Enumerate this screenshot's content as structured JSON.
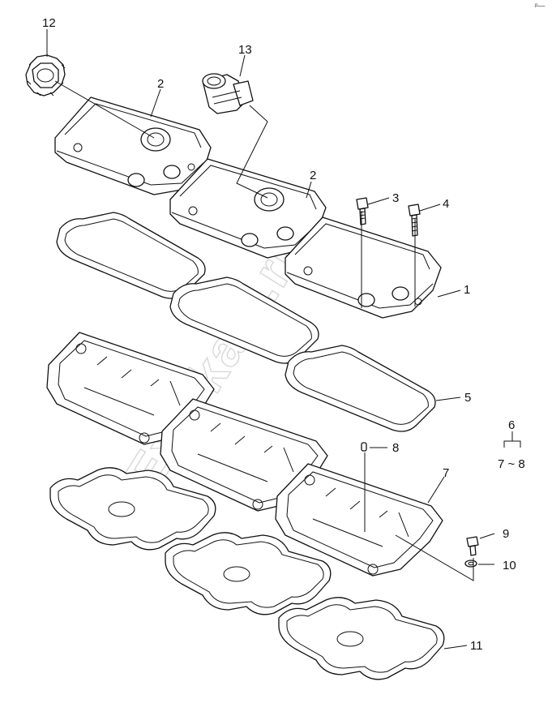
{
  "page_mark": "ᵖ—",
  "watermark": "Exc-kam.ru",
  "callouts": [
    {
      "id": "c12",
      "label": "12"
    },
    {
      "id": "c13",
      "label": "13"
    },
    {
      "id": "c2a",
      "label": "2"
    },
    {
      "id": "c2b",
      "label": "2"
    },
    {
      "id": "c3",
      "label": "3"
    },
    {
      "id": "c4",
      "label": "4"
    },
    {
      "id": "c1",
      "label": "1"
    },
    {
      "id": "c5",
      "label": "5"
    },
    {
      "id": "c6",
      "label": "6"
    },
    {
      "id": "c78",
      "label": "7 ~ 8"
    },
    {
      "id": "c8",
      "label": "8"
    },
    {
      "id": "c7",
      "label": "7"
    },
    {
      "id": "c9",
      "label": "9"
    },
    {
      "id": "c10",
      "label": "10"
    },
    {
      "id": "c11",
      "label": "11"
    }
  ]
}
